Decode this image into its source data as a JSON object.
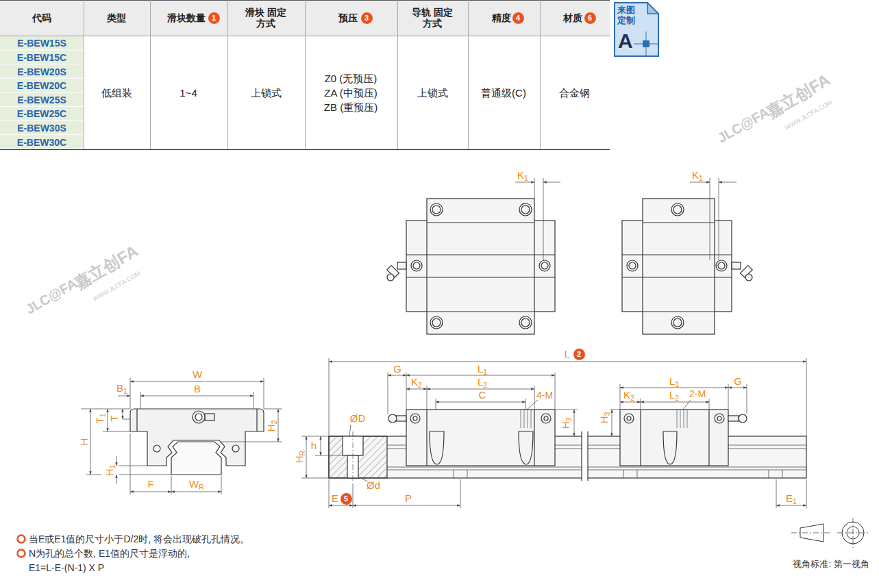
{
  "diagram": {
    "nodes": [
      {
        "text": [
          "1"
        ]
      },
      {
        "text": [
          "3"
        ]
      },
      {
        "text": [
          "4"
        ]
      },
      {
        "text": [
          "6"
        ]
      },
      {
        "text": [
          "来图 定制",
          "A"
        ]
      },
      {
        "text": [
          "2"
        ]
      },
      {
        "text": [
          "5"
        ]
      }
    ],
    "labels": [
      "代码",
      "类型",
      "滑块数量",
      "滑块 固定方式",
      "预压",
      "导轨 固定方式",
      "精度",
      "材质",
      "E-BEW15S",
      "E-BEW15C",
      "E-BEW20S",
      "E-BEW20C",
      "E-BEW25S",
      "E-BEW25C",
      "E-BEW30S",
      "E-BEW30C",
      "低组装",
      "1~4",
      "上锁式",
      "Z0 (无预压)",
      "ZA (中预压)",
      "ZB (重预压)",
      "上锁式",
      "普通级(C)",
      "合金钢",
      "K1",
      "K1",
      "W",
      "B1",
      "B",
      "T1",
      "T",
      "H",
      "H2",
      "H1",
      "F",
      "WR",
      "L",
      "G",
      "K2",
      "L1",
      "L2",
      "C",
      "4-M",
      "H3",
      "ØD",
      "HR",
      "h",
      "Ød",
      "E",
      "P",
      "K2",
      "L1",
      "L2",
      "G",
      "2-M",
      "H3",
      "E1",
      "当E或E1值的尺寸小于D/2时, 将会出现破孔孔情况。",
      "N为孔的总个数, E1值的尺寸是浮动的,",
      "E1=L-E-(N-1) X P",
      "视角标准: 第一视角",
      "JLC@FA",
      "嘉立创FA",
      "WWW.JLCFA.COM",
      "JLC@FA",
      "嘉立创FA",
      "WWW.JLCFA.COM"
    ]
  }
}
